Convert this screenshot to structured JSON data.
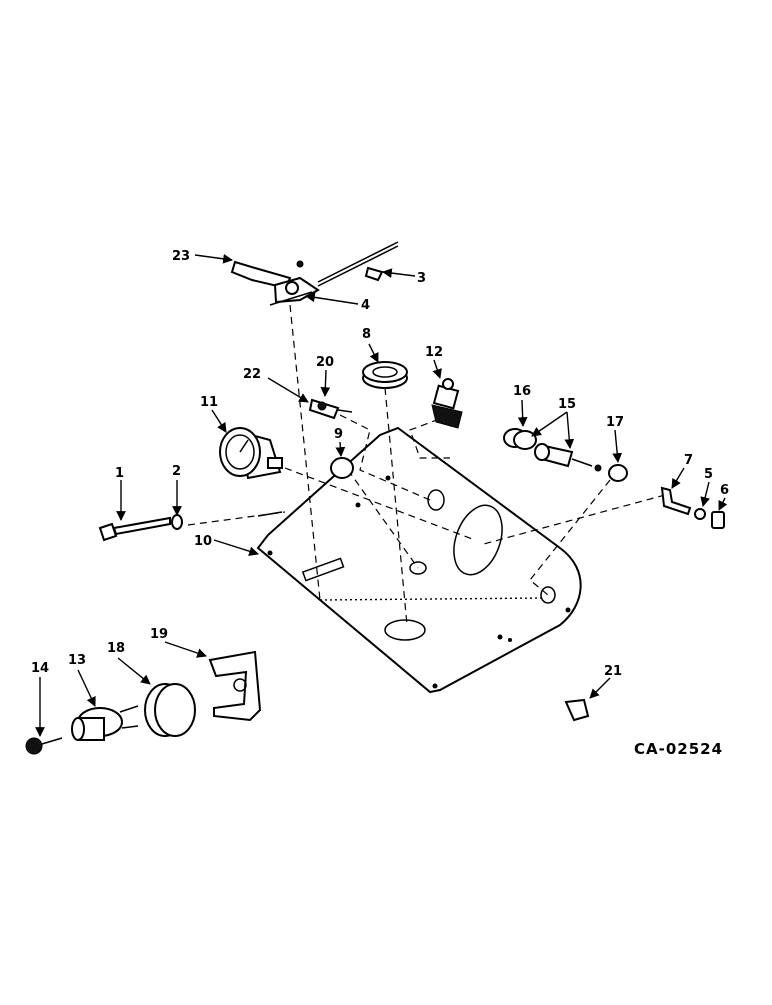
{
  "drawing_code": "CA-02524",
  "callouts": [
    "1",
    "2",
    "3",
    "4",
    "5",
    "6",
    "7",
    "8",
    "9",
    "10",
    "11",
    "12",
    "13",
    "14",
    "15",
    "16",
    "17",
    "18",
    "19",
    "20",
    "21",
    "22",
    "23"
  ]
}
